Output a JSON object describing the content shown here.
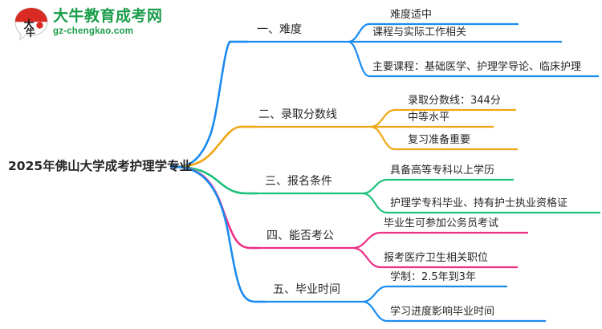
{
  "logo": {
    "name": "大牛教育成考网",
    "url": "gz-chengkao.com",
    "mark_text": "大牛",
    "brand_green": "#1a9d4a",
    "brand_red": "#d92b24"
  },
  "mindmap": {
    "root": {
      "label": "2025年佛山大学成考护理学专业"
    },
    "branches": [
      {
        "label": "一、难度",
        "color": "#1a8cf0",
        "children": [
          {
            "label": "难度适中"
          },
          {
            "label": "课程与实际工作相关"
          },
          {
            "label": "主要课程：基础医学、护理学导论、临床护理"
          }
        ]
      },
      {
        "label": "二、录取分数线",
        "color": "#f0a614",
        "children": [
          {
            "label": "录取分数线：344分"
          },
          {
            "label": "中等水平"
          },
          {
            "label": "复习准备重要"
          }
        ]
      },
      {
        "label": "三、报名条件",
        "color": "#1fc17c",
        "children": [
          {
            "label": "具备高等专科以上学历"
          },
          {
            "label": "护理学专科毕业、持有护士执业资格证"
          }
        ]
      },
      {
        "label": "四、能否考公",
        "color": "#ed2f85",
        "children": [
          {
            "label": "毕业生可参加公务员考试"
          },
          {
            "label": "报考医疗卫生相关职位"
          }
        ]
      },
      {
        "label": "五、毕业时间",
        "color": "#1a8cf0",
        "children": [
          {
            "label": "学制：2.5年到3年"
          },
          {
            "label": "学习进度影响毕业时间"
          }
        ]
      }
    ]
  }
}
